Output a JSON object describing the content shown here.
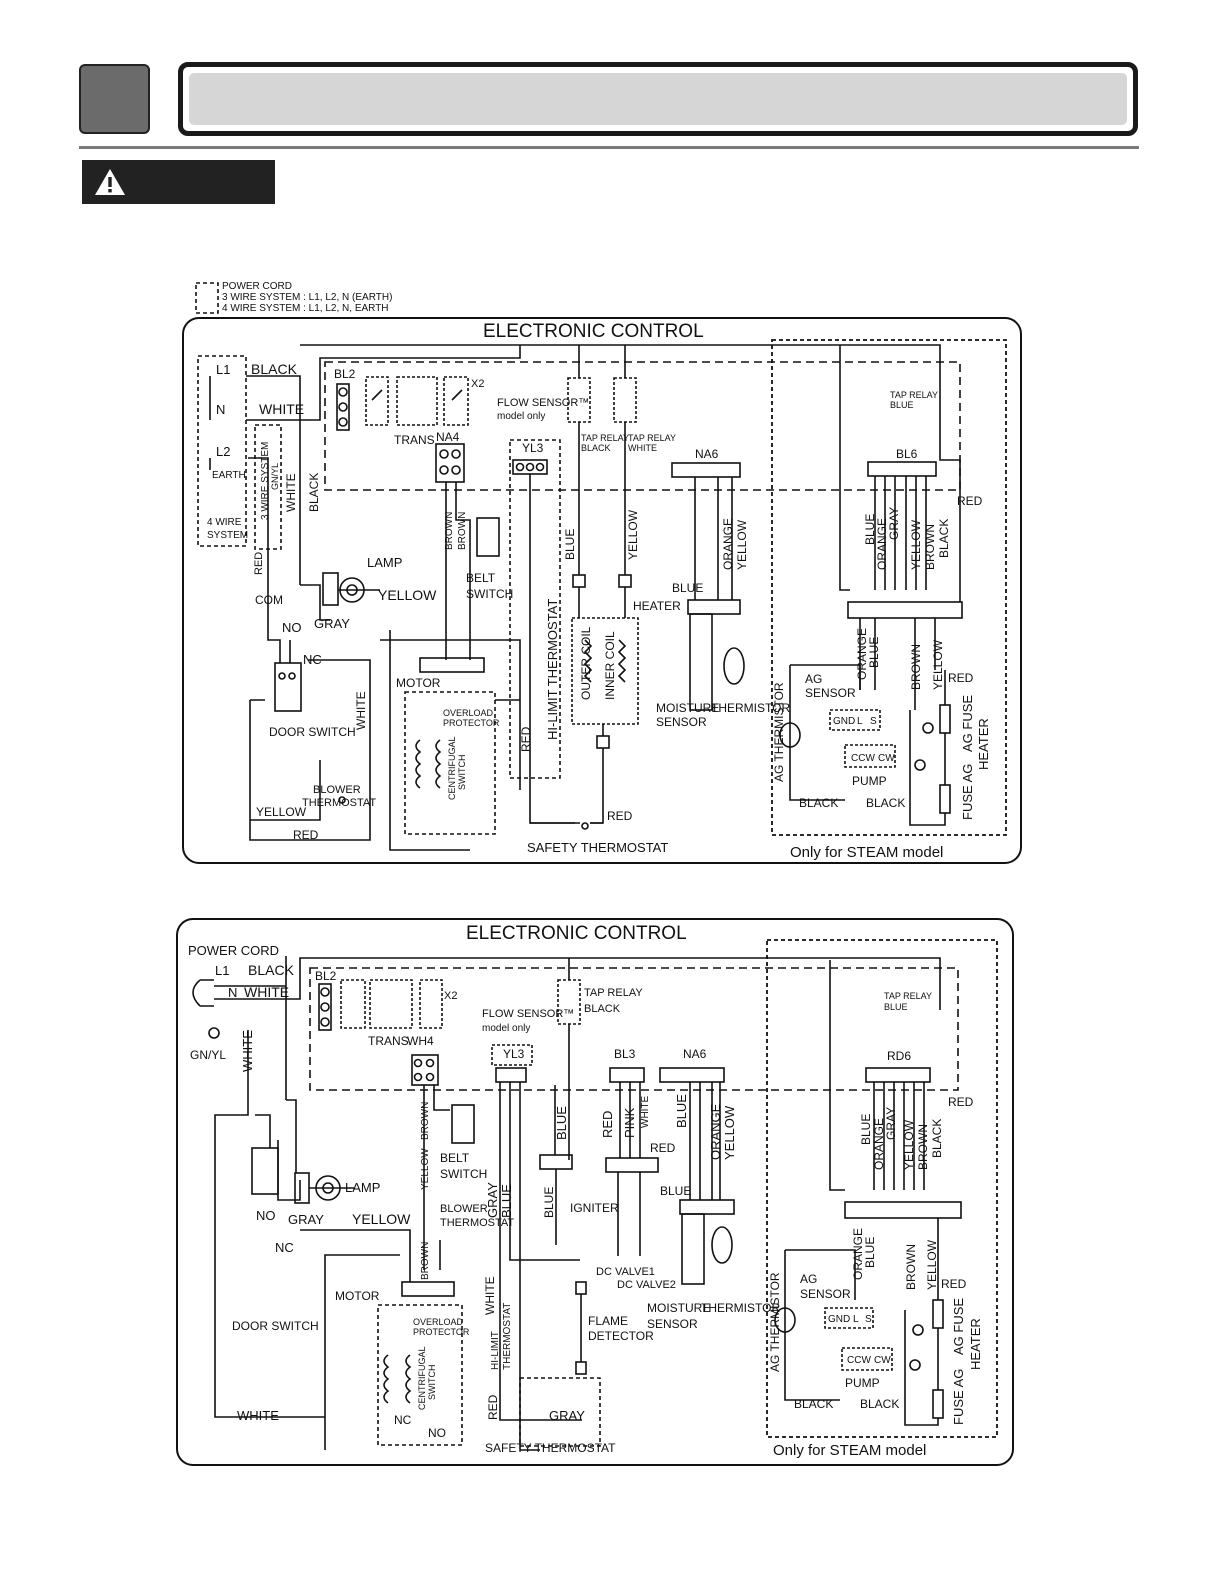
{
  "header": {
    "accent_box_color": "#6b6b6b",
    "title_bar_color": "#d6d6d6",
    "warning_icon": "warning-triangle-icon"
  },
  "diagram1": {
    "legend": {
      "line1": "POWER CORD",
      "line2": "3 WIRE SYSTEM : L1, L2, N (EARTH)",
      "line3": "4 WIRE SYSTEM : L1, L2, N, EARTH"
    },
    "title": "ELECTRONIC CONTROL",
    "labels": {
      "l1": "L1",
      "black_l1": "BLACK",
      "n": "N",
      "white_n": "WHITE",
      "l2": "L2",
      "earth": "EARTH",
      "three_wire": "3 WIRE SYSTEM",
      "gnyl": "GN/YL",
      "four_wire_a": "4 WIRE",
      "four_wire_b": "SYSTEM",
      "bl2": "BL2",
      "x2": "X2",
      "trans": "TRANS",
      "na4": "NA4",
      "flow_sensor": "FLOW SENSOR™",
      "model_only": "model only",
      "yl3": "YL3",
      "tap_relay_black_a": "TAP RELAY",
      "tap_relay_black_b": "BLACK",
      "tap_relay_white_a": "TAP RELAY",
      "tap_relay_white_b": "WHITE",
      "na6": "NA6",
      "tap_relay_blue_a": "TAP RELAY",
      "tap_relay_blue_b": "BLUE",
      "bl6": "BL6",
      "red_right": "RED",
      "white_v": "WHITE",
      "black_v": "BLACK",
      "red_v": "RED",
      "lamp": "LAMP",
      "yellow_lamp": "YELLOW",
      "com": "COM",
      "no": "NO",
      "nc": "NC",
      "gray": "GRAY",
      "brown1": "BROWN",
      "brown2": "BROWN",
      "belt": "BELT",
      "switch": "SWITCH",
      "blue_v": "BLUE",
      "yellow_v": "YELLOW",
      "hi_limit": "HI-LIMIT THERMOSTAT",
      "heater": "HEATER",
      "outer_coil": "OUTER COIL",
      "inner_coil": "INNER COIL",
      "blue_na6": "BLUE",
      "orange_na6": "ORANGE",
      "yellow_na6": "YELLOW",
      "moisture_a": "MOISTURE",
      "moisture_b": "SENSOR",
      "thermistor": "THERMISTOR",
      "motor": "MOTOR",
      "overload_a": "OVERLOAD",
      "overload_b": "PROTECTOR",
      "centrifugal_a": "CENTRIFUGAL",
      "centrifugal_b": "SWITCH",
      "door_switch": "DOOR SWITCH",
      "white_motor": "WHITE",
      "blower_a": "BLOWER",
      "blower_b": "THERMOSTAT",
      "yellow_low": "YELLOW",
      "red_low": "RED",
      "red_mid": "RED",
      "red_safety": "RED",
      "safety": "SAFETY THERMOSTAT",
      "ag_thermistor": "AG THERMISTOR",
      "ag_sensor_a": "AG",
      "ag_sensor_b": "SENSOR",
      "gnd": "GND",
      "l": "L",
      "s": "S",
      "ccw": "CCW",
      "cw": "CW",
      "pump": "PUMP",
      "black_pump1": "BLACK",
      "black_pump2": "BLACK",
      "red_steam": "RED",
      "fuse": "FUSE",
      "ag_fuse": "AG FUSE",
      "heater_steam": "HEATER",
      "fuse_ag": "FUSE AG",
      "steam_only": "Only for STEAM model",
      "w_blue": "BLUE",
      "w_orange": "ORANGE",
      "w_gray": "GRAY",
      "w_yellow": "YELLOW",
      "w_brown": "BROWN",
      "w_black": "BLACK",
      "w2_orange": "ORANGE",
      "w2_blue": "BLUE",
      "w2_brown": "BROWN",
      "w2_yellow": "YELLOW"
    }
  },
  "diagram2": {
    "title": "ELECTRONIC CONTROL",
    "labels": {
      "power_cord": "POWER CORD",
      "l1": "L1",
      "black": "BLACK",
      "n": "N",
      "white": "WHITE",
      "gnyl": "GN/YL",
      "white_v": "WHITE",
      "bl2": "BL2",
      "x2": "X2",
      "trans": "TRANS",
      "wh4": "WH4",
      "tap_relay_black_a": "TAP RELAY",
      "tap_relay_black_b": "BLACK",
      "flow_sensor": "FLOW SENSOR™",
      "model_only": "model only",
      "yl3": "YL3",
      "bl3": "BL3",
      "na6": "NA6",
      "rd6": "RD6",
      "tap_relay_blue_a": "TAP RELAY",
      "tap_relay_blue_b": "BLUE",
      "red_right": "RED",
      "brown": "BROWN",
      "belt": "BELT",
      "switch": "SWITCH",
      "yellow_v": "YELLOW",
      "blower_a": "BLOWER",
      "blower_b": "THERMOSTAT",
      "gray_v": "GRAY",
      "blue_v": "BLUE",
      "blue_ign_v": "BLUE",
      "blue_ign": "BLUE",
      "igniter": "IGNITER",
      "red_bl3": "RED",
      "pink": "PINK",
      "white_bl3": "WHITE",
      "red_bl3b": "RED",
      "dc_valve1": "DC VALVE1",
      "dc_valve2": "DC VALVE2",
      "blue_na6": "BLUE",
      "orange_na6": "ORANGE",
      "yellow_na6": "YELLOW",
      "blue_na6b": "BLUE",
      "moisture_a": "MOISTURE",
      "moisture_b": "SENSOR",
      "thermistor": "THERMISTOR",
      "lamp": "LAMP",
      "no": "NO",
      "nc": "NC",
      "gray": "GRAY",
      "yellow": "YELLOW",
      "brown_motor": "BROWN",
      "motor": "MOTOR",
      "door_switch": "DOOR SWITCH",
      "overload_a": "OVERLOAD",
      "overload_b": "PROTECTOR",
      "centrifugal_a": "CENTRIFUGAL",
      "centrifugal_b": "SWITCH",
      "nc_motor": "NC",
      "no_motor": "NO",
      "white_bottom": "WHITE",
      "white_mid": "WHITE",
      "hi_limit_a": "HI-LIMIT",
      "hi_limit_b": "THERMOSTAT",
      "red_v": "RED",
      "flame_a": "FLAME",
      "flame_b": "DETECTOR",
      "gray_safety": "GRAY",
      "safety": "SAFETY THERMOSTAT",
      "ag_thermistor": "AG THERMISTOR",
      "ag_sensor_a": "AG",
      "ag_sensor_b": "SENSOR",
      "gnd": "GND",
      "l": "L",
      "s": "S",
      "ccw": "CCW",
      "cw": "CW",
      "pump": "PUMP",
      "black_pump1": "BLACK",
      "black_pump2": "BLACK",
      "red_steam": "RED",
      "fuse": "FUSE",
      "ag_fuse": "AG FUSE",
      "heater_steam": "HEATER",
      "fuse_ag": "FUSE AG",
      "steam_only": "Only for STEAM model",
      "w_blue": "BLUE",
      "w_orange": "ORANGE",
      "w_gray": "GRAY",
      "w_yellow": "YELLOW",
      "w_brown": "BROWN",
      "w_black": "BLACK",
      "w2_orange": "ORANGE",
      "w2_blue": "BLUE",
      "w2_brown": "BROWN",
      "w2_yellow": "YELLOW"
    }
  }
}
